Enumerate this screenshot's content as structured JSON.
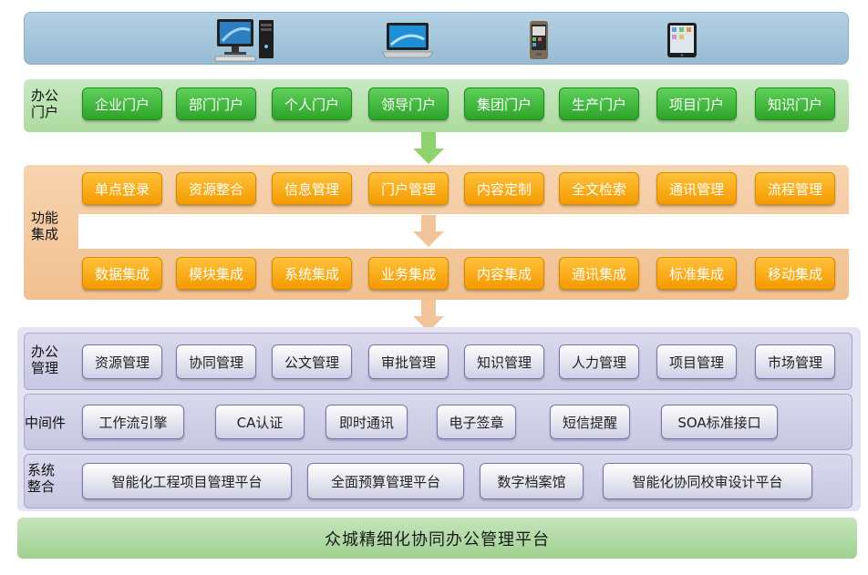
{
  "devices": {
    "icons": [
      "desktop-computer-icon",
      "laptop-icon",
      "mobile-phone-icon",
      "tablet-icon"
    ]
  },
  "portal": {
    "label": "办公\n门户",
    "items": [
      "企业门户",
      "部门门户",
      "个人门户",
      "领导门户",
      "集团门户",
      "生产门户",
      "项目门户",
      "知识门户"
    ]
  },
  "function": {
    "label": "功能\n集成",
    "row1": [
      "单点登录",
      "资源整合",
      "信息管理",
      "门户管理",
      "内容定制",
      "全文检索",
      "通讯管理",
      "流程管理"
    ],
    "row2": [
      "数据集成",
      "模块集成",
      "系统集成",
      "业务集成",
      "内容集成",
      "通讯集成",
      "标准集成",
      "移动集成"
    ]
  },
  "office": {
    "label": "办公\n管理",
    "items": [
      "资源管理",
      "协同管理",
      "公文管理",
      "审批管理",
      "知识管理",
      "人力管理",
      "项目管理",
      "市场管理"
    ]
  },
  "middleware": {
    "label": "中间件",
    "items": [
      "工作流引擎",
      "CA认证",
      "即时通讯",
      "电子签章",
      "短信提醒",
      "SOA标准接口"
    ]
  },
  "system": {
    "label": "系统\n整合",
    "items": [
      "智能化工程项目管理平台",
      "全面预算管理平台",
      "数字档案馆",
      "智能化协同校审设计平台"
    ]
  },
  "platform": {
    "title": "众城精细化协同办公管理平台"
  },
  "colors": {
    "green_button": "#2ea32a",
    "orange_button": "#f49a00",
    "purple_border": "#7774b0",
    "device_band": "#a9c8dc"
  }
}
